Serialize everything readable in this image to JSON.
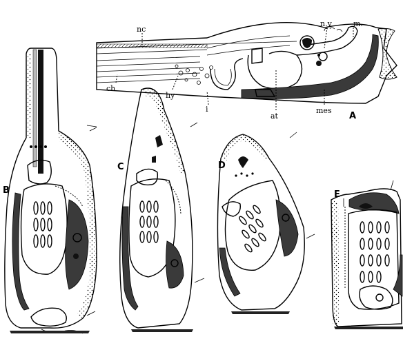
{
  "panels": {
    "A": {
      "letter": "A",
      "labels": {
        "nc": "nc",
        "nv": "n.v",
        "m": "m.",
        "ch": "ch",
        "hy": "hy",
        "i": "i",
        "at": "at",
        "mes": "mes"
      }
    },
    "B": {
      "letter": "B"
    },
    "C": {
      "letter": "C"
    },
    "D": {
      "letter": "D"
    },
    "E": {
      "letter": "E"
    }
  }
}
